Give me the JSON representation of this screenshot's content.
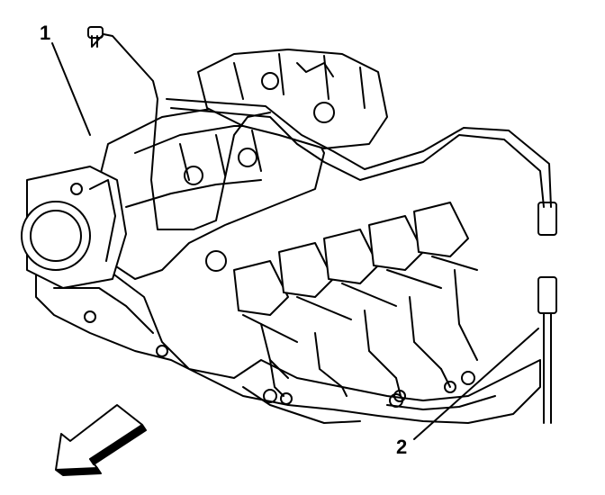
{
  "callouts": [
    {
      "id": "1",
      "label": "1"
    },
    {
      "id": "2",
      "label": "2"
    }
  ],
  "colors": {
    "ink": "#000000",
    "paper": "#ffffff",
    "shade": "#cfcfcf"
  },
  "icons": {
    "direction_arrow": "arrow-front-icon"
  }
}
